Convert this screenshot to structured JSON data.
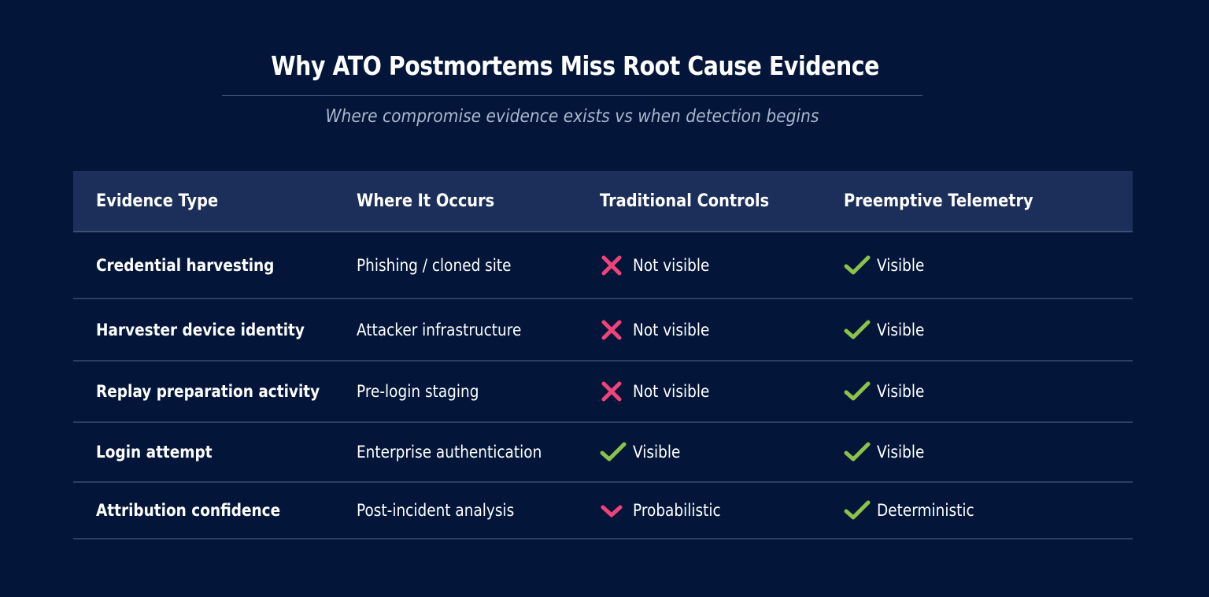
{
  "title": "Why ATO Postmortems Miss Root Cause Evidence",
  "subtitle": "Where compromise evidence exists vs when detection begins",
  "colors": {
    "background": "#03163a",
    "header_bg": "#1c2f5a",
    "visible": "#8bc34a",
    "not_visible": "#f0437a",
    "probabilistic": "#f0437a"
  },
  "table": {
    "headers": [
      "Evidence Type",
      "Where It Occurs",
      "Traditional Controls",
      "Preemptive Telemetry"
    ],
    "rows": [
      {
        "evidence": "Credential harvesting",
        "where": "Phishing / cloned site",
        "traditional": {
          "icon": "cross-icon",
          "label": "Not visible"
        },
        "preemptive": {
          "icon": "check-icon",
          "label": "Visible"
        }
      },
      {
        "evidence": "Harvester device identity",
        "where": "Attacker infrastructure",
        "traditional": {
          "icon": "cross-icon",
          "label": "Not visible"
        },
        "preemptive": {
          "icon": "check-icon",
          "label": "Visible"
        }
      },
      {
        "evidence": "Replay preparation activity",
        "where": "Pre-login staging",
        "traditional": {
          "icon": "cross-icon",
          "label": "Not visible"
        },
        "preemptive": {
          "icon": "check-icon",
          "label": "Visible"
        }
      },
      {
        "evidence": "Login attempt",
        "where": "Enterprise authentication",
        "traditional": {
          "icon": "check-icon",
          "label": "Visible"
        },
        "preemptive": {
          "icon": "check-icon",
          "label": "Visible"
        }
      },
      {
        "evidence": "Attribution confidence",
        "where": "Post-incident analysis",
        "traditional": {
          "icon": "chevron-down-icon",
          "label": "Probabilistic"
        },
        "preemptive": {
          "icon": "check-icon",
          "label": "Deterministic"
        }
      }
    ]
  }
}
